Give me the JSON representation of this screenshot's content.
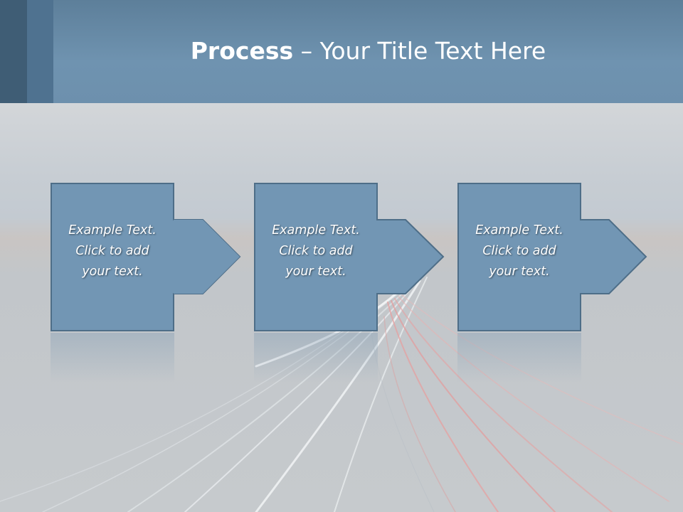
{
  "slide": {
    "title_bold": "Process",
    "title_rest": " – Your Title Text Here"
  },
  "steps": [
    {
      "line1": "Example Text.",
      "line2": "Click  to add",
      "line3": "your text."
    },
    {
      "line1": "Example Text.",
      "line2": "Click  to add",
      "line3": "your text."
    },
    {
      "line1": "Example Text.",
      "line2": "Click  to add",
      "line3": "your text."
    }
  ],
  "colors": {
    "header": "#6d90ad",
    "shape_fill": "#7296b4",
    "shape_stroke": "#4e6e88",
    "text": "#ffffff"
  }
}
